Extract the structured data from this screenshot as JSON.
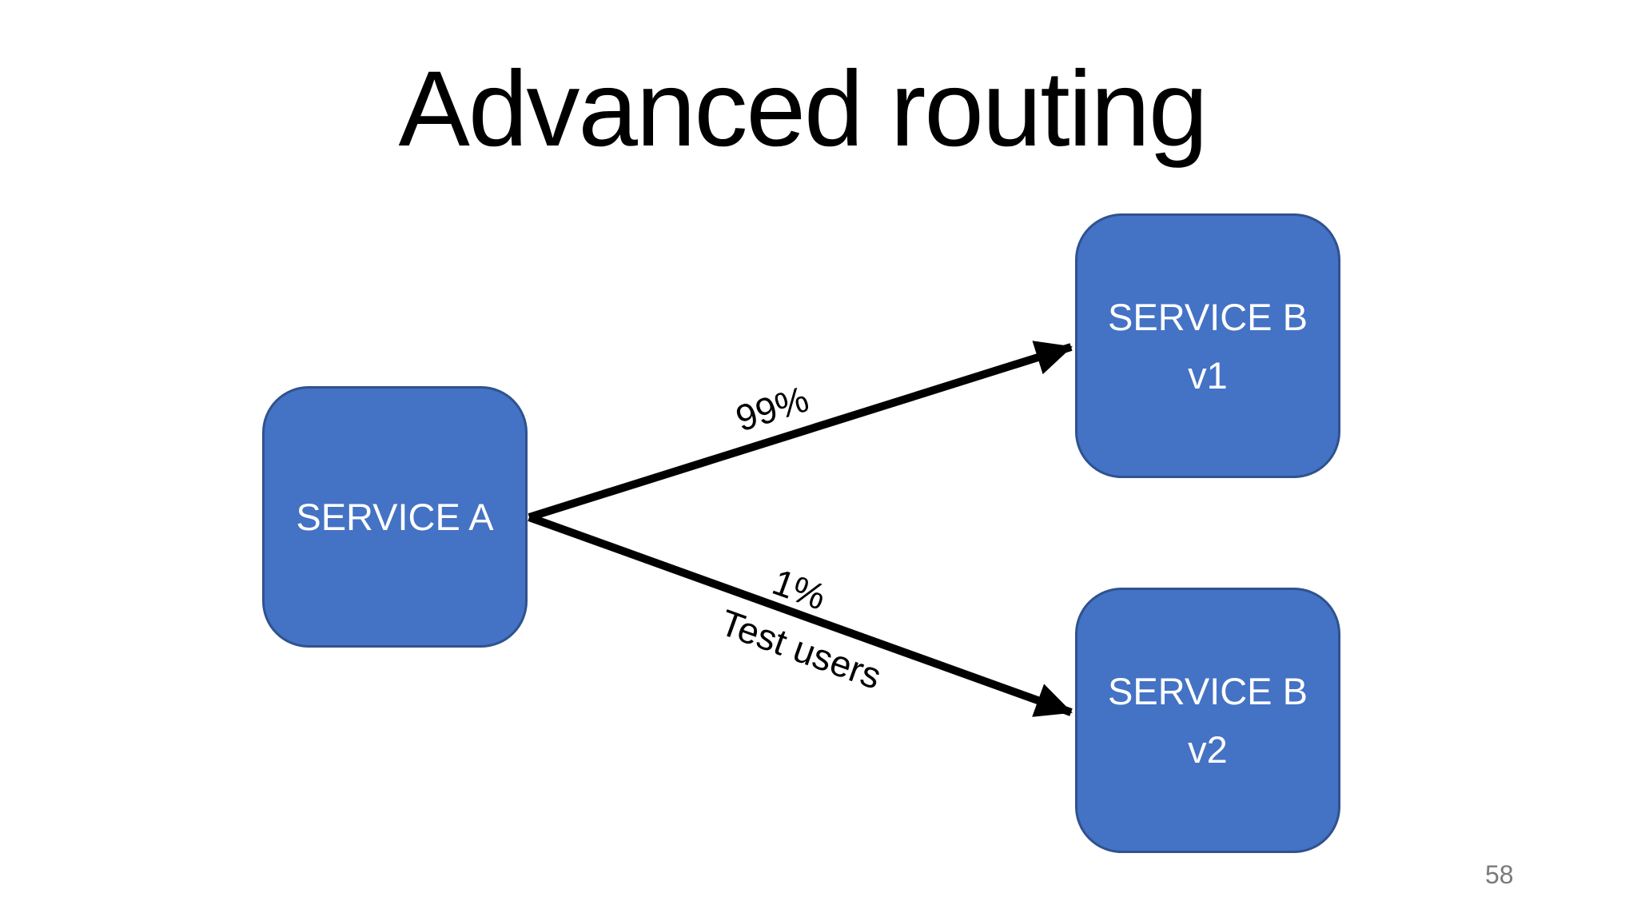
{
  "slide": {
    "title": "Advanced routing",
    "page_number": "58",
    "nodes": [
      {
        "id": "service-a",
        "label": "SERVICE A"
      },
      {
        "id": "service-b-v1",
        "label": "SERVICE B",
        "sublabel": "v1"
      },
      {
        "id": "service-b-v2",
        "label": "SERVICE B",
        "sublabel": "v2"
      }
    ],
    "edges": [
      {
        "from": "service-a",
        "to": "service-b-v1",
        "label": "99%"
      },
      {
        "from": "service-a",
        "to": "service-b-v2",
        "label": "1%",
        "sublabel": "Test users"
      }
    ],
    "colors": {
      "background": "#FFFFFF",
      "title_text": "#000000",
      "node_fill": "#4472C4",
      "node_border": "#2F528F",
      "node_text": "#FFFFFF",
      "arrow": "#000000",
      "edge_label_text": "#000000",
      "page_number_text": "#7A7A7A"
    }
  }
}
